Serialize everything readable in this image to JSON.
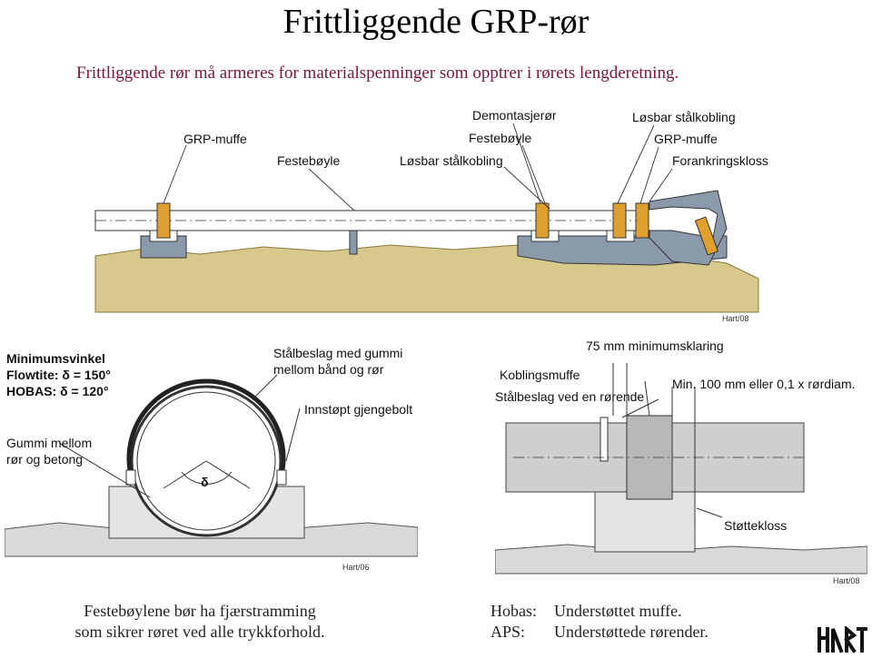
{
  "title": "Frittliggende GRP-rør",
  "subtitle": "Frittliggende rør må armeres for materialspenninger som opptrer i rørets lengderetning.",
  "top_diagram": {
    "labels": {
      "grp_muffe_left": "GRP-muffe",
      "festeboyle_left": "Festebøyle",
      "demontasjeror": "Demontasjerør",
      "festeboyle_mid": "Festebøyle",
      "losbar_stalkobling_mid": "Løsbar stålkobling",
      "losbar_stalkobling_right": "Løsbar stålkobling",
      "grp_muffe_right": "GRP-muffe",
      "forankringskloss": "Forankringskloss"
    },
    "credit": "Hart/08"
  },
  "left_diagram": {
    "minimumsvinkel": "Minimumsvinkel",
    "flowtite": "Flowtite: δ = 150°",
    "hobas": "HOBAS: δ = 120°",
    "gummi1": "Gummi mellom",
    "gummi2": "rør og betong",
    "stalbeslag1": "Stålbeslag med gummi",
    "stalbeslag2": "mellom bånd og rør",
    "innstopt": "Innstøpt gjengebolt",
    "delta": "δ",
    "credit": "Hart/06"
  },
  "right_diagram": {
    "klaring": "75 mm minimumsklaring",
    "koblingsmuffe": "Koblingsmuffe",
    "stalbeslag": "Stålbeslag ved en rørende",
    "min100": "Min. 100 mm eller 0,1 x rørdiam.",
    "stottekloss": "Støttekloss",
    "credit": "Hart/08"
  },
  "caption_left": {
    "line1": "Festebøylene bør ha fjærstramming",
    "line2": "som sikrer røret ved alle trykkforhold."
  },
  "caption_right": {
    "line1_key": "Hobas:",
    "line1_val": "Understøttet muffe.",
    "line2_key": "APS:",
    "line2_val": "Understøttede rørender."
  },
  "logo_text": "HART",
  "colors": {
    "subtitle": "#7a1540",
    "ground": "#d7c98b",
    "concrete": "#8a9aab",
    "flange": "#e0a030",
    "pipe_band": "#c5c5c5"
  }
}
